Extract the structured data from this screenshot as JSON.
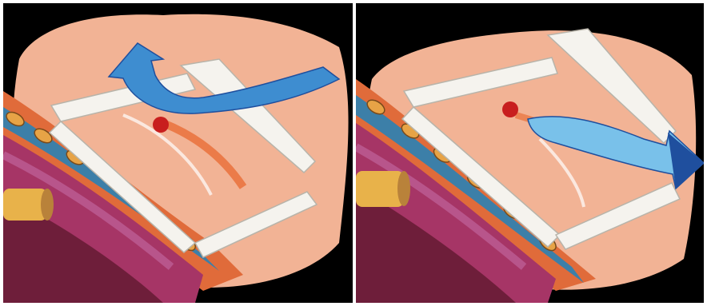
{
  "figure": {
    "panels": [
      {
        "id": "left",
        "arrow_direction": "up-left"
      },
      {
        "id": "right",
        "arrow_direction": "right"
      }
    ],
    "colors": {
      "background": "#000000",
      "skin": "#F2B395",
      "skin_shadow": "#E59B7B",
      "dressing": "#F5F3EE",
      "arrow_blue": "#3E8DD0",
      "arrow_blue_light": "#79C1EA",
      "arrow_blue_dark": "#1F4F9E",
      "wound_red": "#C81E1E",
      "muscle": "#A63566",
      "muscle_light": "#C56AA4",
      "rib": "#E7A346",
      "pleura": "#E06B3A",
      "lung": "#6E1E3A"
    }
  }
}
